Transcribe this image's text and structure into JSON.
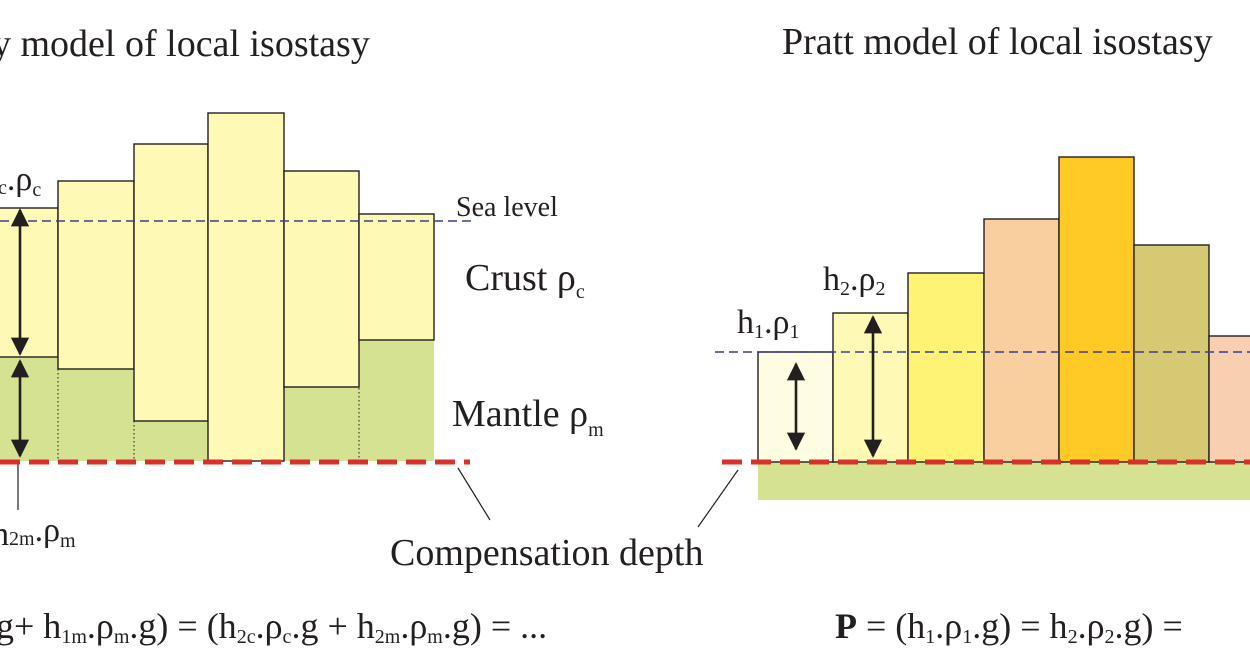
{
  "airy": {
    "title": "y model of local isostasy",
    "sea_level_label": "Sea level",
    "crust_label": "Crust ρ",
    "crust_sub": "c",
    "mantle_label": "Mantle ρ",
    "mantle_sub": "m",
    "top_symbol_a": "c",
    "top_symbol_b": ".ρ",
    "top_symbol_c": "c",
    "bottom_symbol_a": "h",
    "bottom_symbol_b": "2m",
    "bottom_symbol_c": ".ρ",
    "bottom_symbol_d": "m",
    "formula": {
      "p1": "g+ h",
      "p1s": "1m",
      "p2": ".ρ",
      "p2s": "m",
      "p3": ".g) = (h",
      "p3s": "2c",
      "p4": ".ρ",
      "p4s": "c",
      "p5": ".g + h",
      "p5s": "2m",
      "p6": ".ρ",
      "p6s": "m",
      "p7": ".g) = ..."
    }
  },
  "pratt": {
    "title": "Pratt model of local isostasy",
    "h1_a": "h",
    "h1_b": "1",
    "h1_c": ".ρ",
    "h1_d": "1",
    "h2_a": "h",
    "h2_b": "2",
    "h2_c": ".ρ",
    "h2_d": "2",
    "formula": {
      "bold": "P",
      "p1": " = (h",
      "p1s": "1",
      "p2": ".ρ",
      "p2s": "1",
      "p3": ".g) =  h",
      "p3s": "2",
      "p4": ".ρ",
      "p4s": "2",
      "p5": ".g) ="
    }
  },
  "compensation_label": "Compensation depth",
  "colors": {
    "crust": "#fff9b6",
    "mantle": "#d4e291",
    "compensation_line": "#d8312b",
    "sea_level_line": "#3b3d8a",
    "pratt_columns": [
      "#fffde1",
      "#fff9b6",
      "#fff376",
      "#f9cfa0",
      "#ffc926",
      "#d5ca73",
      "#f8cfb1"
    ],
    "pratt_base": "#d4e291"
  }
}
